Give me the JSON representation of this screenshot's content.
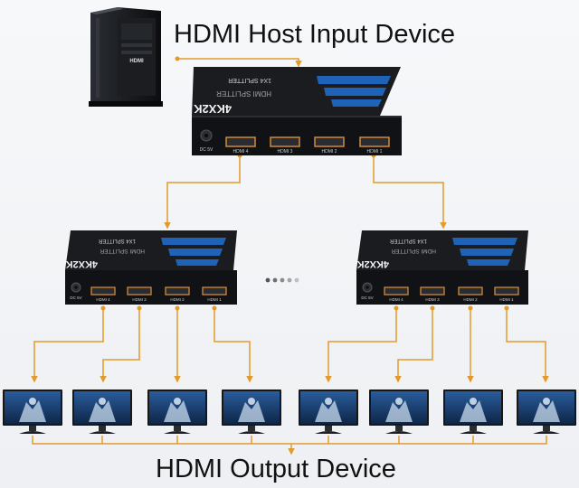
{
  "labels": {
    "host_input": "HDMI Host Input Device",
    "output_device": "HDMI Output Device"
  },
  "pc": {
    "badge": "HDMI"
  },
  "splitter": {
    "model": "4KX2K",
    "name": "HDMI SPLITTER",
    "type": "1X4 SPLITTER",
    "power": "DC 5V",
    "ports": [
      "HDMI 4",
      "HDMI 3",
      "HDMI 2",
      "HDMI 1"
    ]
  },
  "colors": {
    "wire": "#e39a2b",
    "splitter_body": "#15171b",
    "splitter_stripe": "#1f63b8",
    "monitor_screen": "#1b3f73"
  },
  "icons": {
    "pc": "desktop-tower-icon",
    "monitor": "monitor-icon",
    "more": "ellipsis-dots-icon"
  }
}
